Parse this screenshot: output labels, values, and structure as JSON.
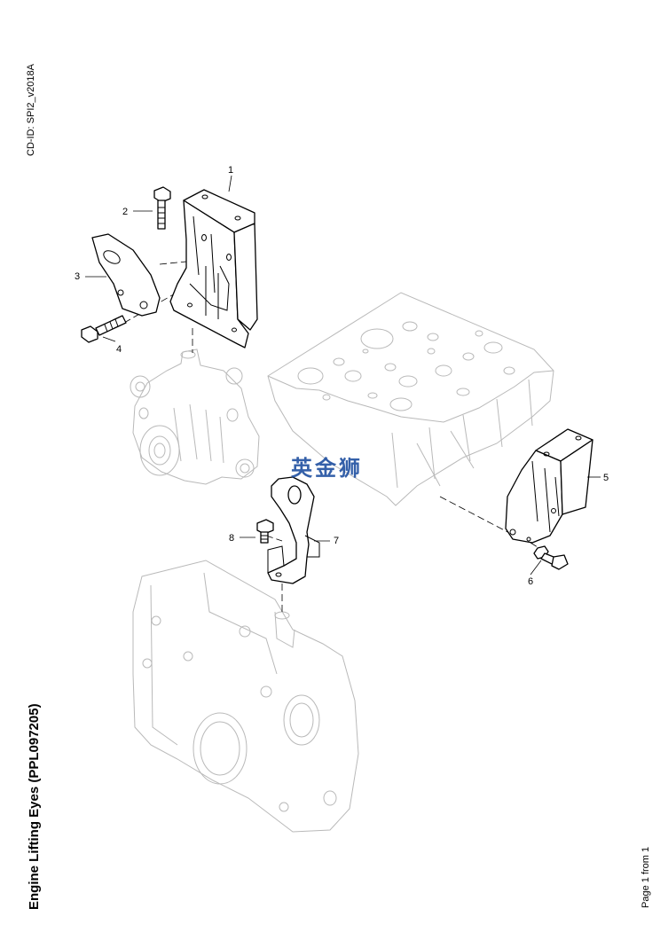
{
  "document": {
    "cd_id": "CD-ID: SPI2_v2018A",
    "title": "Engine Lifting Eyes (PPL097205)",
    "page": "Page 1 from 1",
    "watermark": "英金狮"
  },
  "callouts": [
    "1",
    "2",
    "3",
    "4",
    "5",
    "6",
    "7",
    "8"
  ]
}
